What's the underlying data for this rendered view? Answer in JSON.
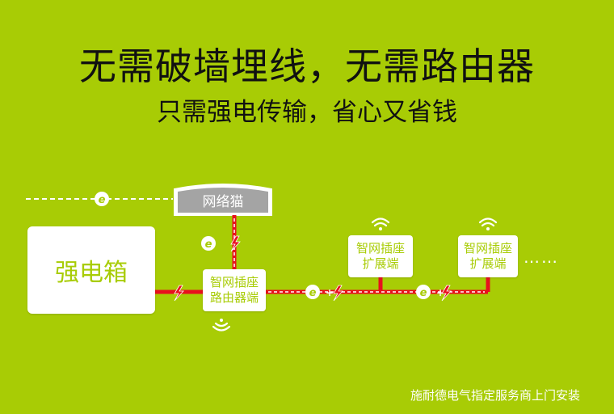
{
  "header": {
    "title": "无需破墙埋线，无需路由器",
    "subtitle": "只需强电传输，省心又省钱"
  },
  "diagram": {
    "power_box": "强电箱",
    "modem": "网络猫",
    "router_line1": "智网插座",
    "router_line2": "路由器端",
    "ext1_line1": "智网插座",
    "ext1_line2": "扩展端",
    "ext2_line1": "智网插座",
    "ext2_line2": "扩展端",
    "continuation": "……",
    "signal_mark": "e",
    "plus_mark": "+",
    "line_color": "#e8101e",
    "bg_color": "#a8cc05",
    "wifi_icon": "wifi-icon",
    "bolt_icon": "lightning-bolt-icon"
  },
  "footer": {
    "note": "施耐德电气指定服务商上门安装"
  }
}
